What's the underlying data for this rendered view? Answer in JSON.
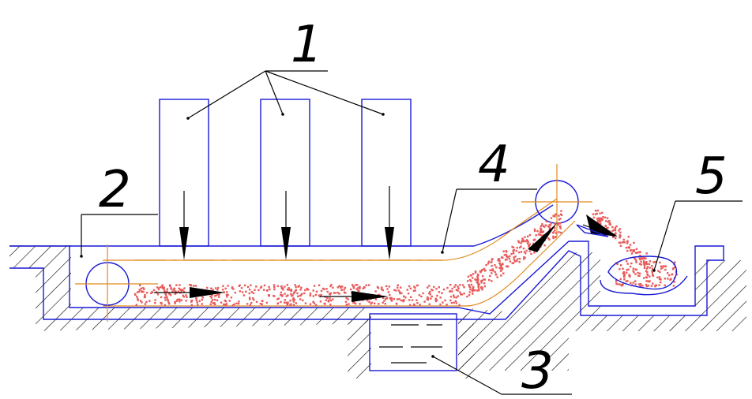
{
  "labels": {
    "n1": "1",
    "n2": "2",
    "n3": "3",
    "n4": "4",
    "n5": "5"
  },
  "colors": {
    "outline": "#1a1ad6",
    "conveyor": "#e08a1e",
    "particles": "#e85a5a",
    "ground": "#000000"
  }
}
